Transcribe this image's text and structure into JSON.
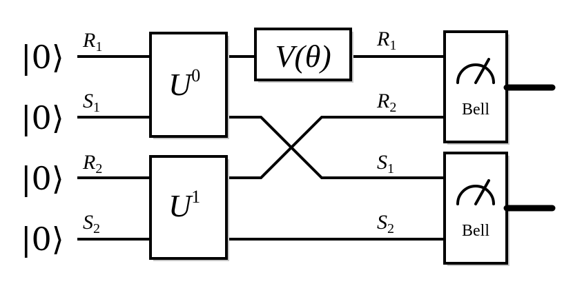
{
  "inputs": [
    "|0⟩",
    "|0⟩",
    "|0⟩",
    "|0⟩"
  ],
  "input_labels": [
    {
      "base": "R",
      "sub": "1"
    },
    {
      "base": "S",
      "sub": "1"
    },
    {
      "base": "R",
      "sub": "2"
    },
    {
      "base": "S",
      "sub": "2"
    }
  ],
  "output_labels": [
    {
      "base": "R",
      "sub": "1"
    },
    {
      "base": "R",
      "sub": "2"
    },
    {
      "base": "S",
      "sub": "1"
    },
    {
      "base": "S",
      "sub": "2"
    }
  ],
  "gates": {
    "u0": {
      "base": "U",
      "sup": "0"
    },
    "u1": {
      "base": "U",
      "sup": "1"
    },
    "v": "V(θ)"
  },
  "measurements": [
    "Bell",
    "Bell"
  ]
}
